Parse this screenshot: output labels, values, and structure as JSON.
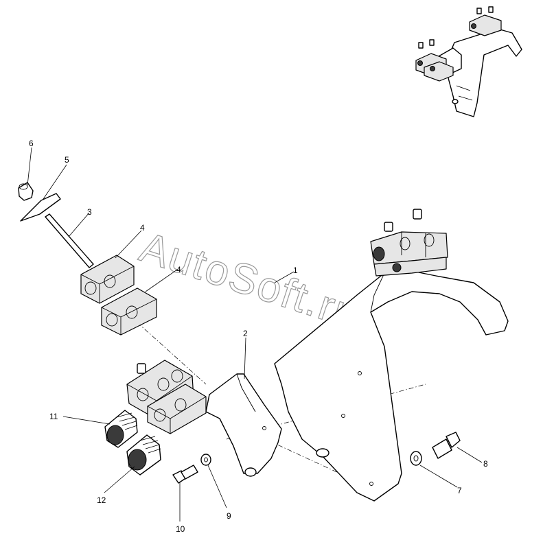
{
  "watermark": "AutoSoft.ru",
  "callouts": [
    {
      "id": "c1",
      "label": "1"
    },
    {
      "id": "c2",
      "label": "2"
    },
    {
      "id": "c3",
      "label": "3"
    },
    {
      "id": "c4a",
      "label": "4"
    },
    {
      "id": "c4b",
      "label": "4"
    },
    {
      "id": "c5",
      "label": "5"
    },
    {
      "id": "c6",
      "label": "6"
    },
    {
      "id": "c7",
      "label": "7"
    },
    {
      "id": "c8",
      "label": "8"
    },
    {
      "id": "c9",
      "label": "9"
    },
    {
      "id": "c10",
      "label": "10"
    },
    {
      "id": "c11",
      "label": "11"
    },
    {
      "id": "c12",
      "label": "12"
    }
  ]
}
